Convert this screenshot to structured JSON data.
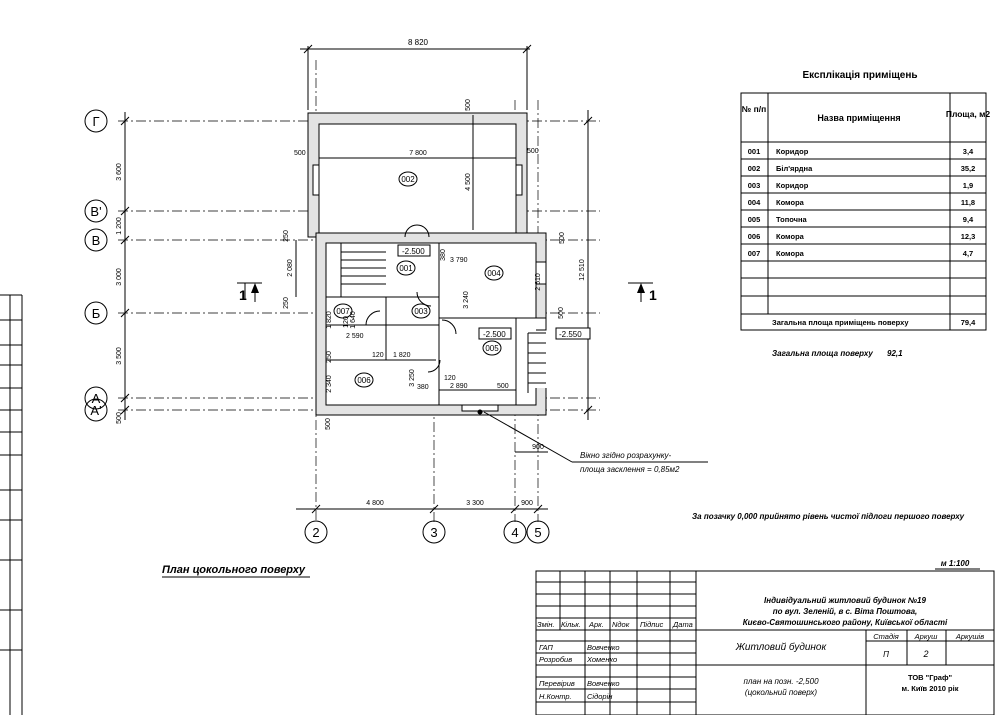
{
  "drawing": {
    "overall_width": "8 820",
    "dims_top": {
      "wall_500_a": "500",
      "hall_width": "7 800",
      "wall_500_b": "500",
      "wall_500_c": "500",
      "height_4500": "4 500"
    },
    "axes": {
      "rows": [
        "Г",
        "В'",
        "В",
        "Б",
        "А",
        "А'"
      ],
      "columns": [
        "2",
        "3",
        "4",
        "5"
      ]
    },
    "left_dims": [
      "3 600",
      "1 200",
      "3 000",
      "3 500",
      "500"
    ],
    "right_dim": "12 510",
    "bottom_dims": [
      "500",
      "4 800",
      "3 300",
      "900",
      "900"
    ],
    "inner_dims": [
      "250",
      "2 080",
      "1 820",
      "2 590",
      "1 640",
      "120",
      "250",
      "2 340",
      "3 250",
      "380",
      "1 820",
      "120",
      "3 790",
      "380",
      "3 240",
      "2 610",
      "500",
      "2 890",
      "500",
      "120",
      "250",
      "500"
    ],
    "levels": [
      "-2.500",
      "-2.500",
      "-2.550"
    ],
    "rooms": [
      "001",
      "002",
      "003",
      "004",
      "005",
      "006",
      "007"
    ],
    "section_mark": "1",
    "note_window_1": "Вікно згідно розрахунку-",
    "note_window_2": "площа засклення = 0,85м2",
    "zero_note": "За позачку 0,000 прийнято рівень чистої підлоги першого поверху",
    "scale": "м 1:100",
    "plan_title": "План цокольного поверху"
  },
  "explication": {
    "title": "Експлікація приміщень",
    "headers": [
      "№ п/п",
      "Назва приміщення",
      "Площа, м2"
    ],
    "rows": [
      {
        "num": "001",
        "name": "Коридор",
        "area": "3,4"
      },
      {
        "num": "002",
        "name": "Біл'ярдна",
        "area": "35,2"
      },
      {
        "num": "003",
        "name": "Коридор",
        "area": "1,9"
      },
      {
        "num": "004",
        "name": "Комора",
        "area": "11,8"
      },
      {
        "num": "005",
        "name": "Топочна",
        "area": "9,4"
      },
      {
        "num": "006",
        "name": "Комора",
        "area": "12,3"
      },
      {
        "num": "007",
        "name": "Комора",
        "area": "4,7"
      }
    ],
    "total_label": "Загальна площа приміщень поверху",
    "total_value": "79,4",
    "gross_label": "Загальна площа поверху",
    "gross_value": "92,1"
  },
  "title_block": {
    "project_line1": "Індивідуальний житловий будинок №19",
    "project_line2": "по вул. Зеленій, в с. Віта Поштова,",
    "project_line3": "Києво-Святошинського району, Київської області",
    "col_headers": [
      "Змін.",
      "Кільк.",
      "Арк.",
      "Nдок",
      "Підпис",
      "Дата"
    ],
    "building": "Житловий будинок",
    "stage_headers": [
      "Стадія",
      "Аркуш",
      "Аркушів"
    ],
    "stage": "П",
    "sheet": "2",
    "roles": [
      {
        "role": "ГАП",
        "name": "Вовченко"
      },
      {
        "role": "Розробив",
        "name": "Хоменко"
      },
      {
        "role": "Перевірив",
        "name": "Вовченко"
      },
      {
        "role": "Н.Контр.",
        "name": "Сідорін"
      }
    ],
    "sheet_title_1": "план на позн. -2,500",
    "sheet_title_2": "(цокольний поверх)",
    "company_1": "ТОВ \"Граф\"",
    "company_2": "м. Київ 2010 рік"
  }
}
